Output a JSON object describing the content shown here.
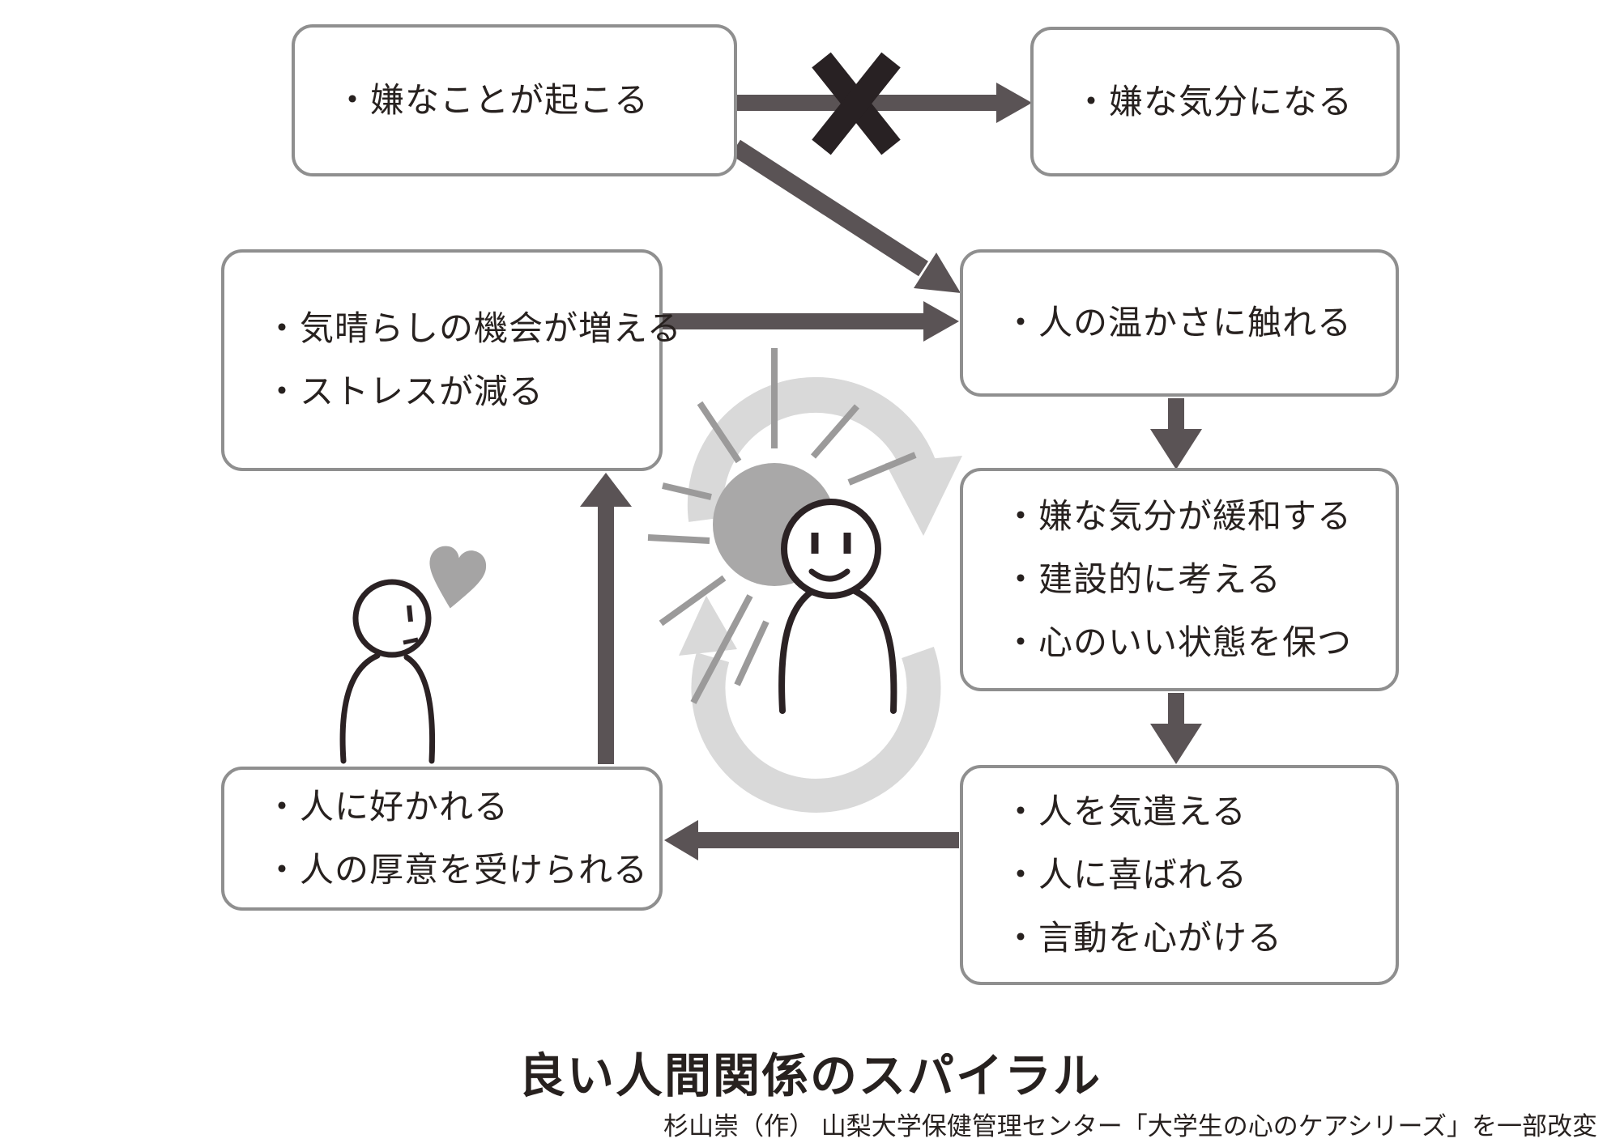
{
  "title": "良い人間関係のスパイラル",
  "credit": "杉山崇（作） 山梨大学保健管理センター「大学生の心のケアシリーズ」を一部改変",
  "boxes": {
    "trigger": {
      "lines": [
        "・嫌なことが起こる"
      ]
    },
    "bad_mood": {
      "lines": [
        "・嫌な気分になる"
      ]
    },
    "distraction": {
      "lines": [
        "・気晴らしの機会が増える",
        "・ストレスが減る"
      ]
    },
    "warmth": {
      "lines": [
        "・人の温かさに触れる"
      ]
    },
    "relief": {
      "lines": [
        "・嫌な気分が緩和する",
        "・建設的に考える",
        "・心のいい状態を保つ"
      ]
    },
    "care": {
      "lines": [
        "・人を気遣える",
        "・人に喜ばれる",
        "・言動を心がける"
      ]
    },
    "liked": {
      "lines": [
        "・人に好かれる",
        "・人の厚意を受けられる"
      ]
    }
  },
  "colors": {
    "box_border": "#8f8f8f",
    "arrow": "#5a5355",
    "cross": "#282123",
    "text": "#27211f",
    "sun": "#a9a8a8",
    "ray": "#9b9a9a",
    "cycle_arrow": "#d9d9d9",
    "heart": "#a5a4a4",
    "outline": "#2b2224",
    "background": "#ffffff"
  }
}
